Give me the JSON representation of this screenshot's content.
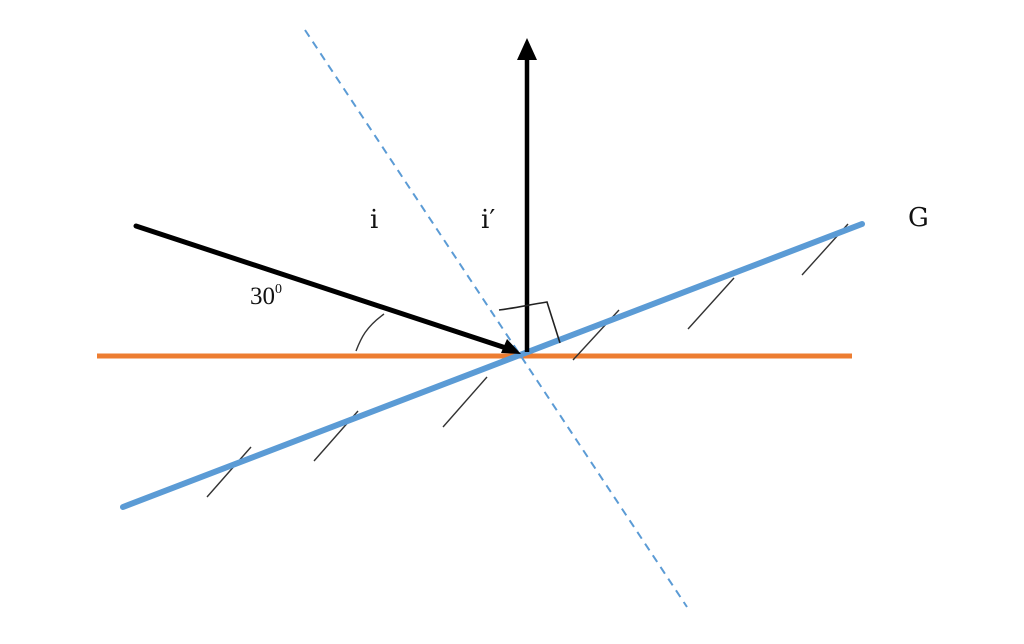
{
  "labels": {
    "mirror": "G",
    "incidence_angle": "i",
    "reflection_angle": "i′",
    "angle_value": "30",
    "angle_unit": "0"
  },
  "colors": {
    "mirror": "#5B9BD5",
    "horizontal": "#ED7D31",
    "rays": "#000000",
    "normal_dashed": "#5B9BD5",
    "hatch": "#333333",
    "arc": "#333333"
  }
}
